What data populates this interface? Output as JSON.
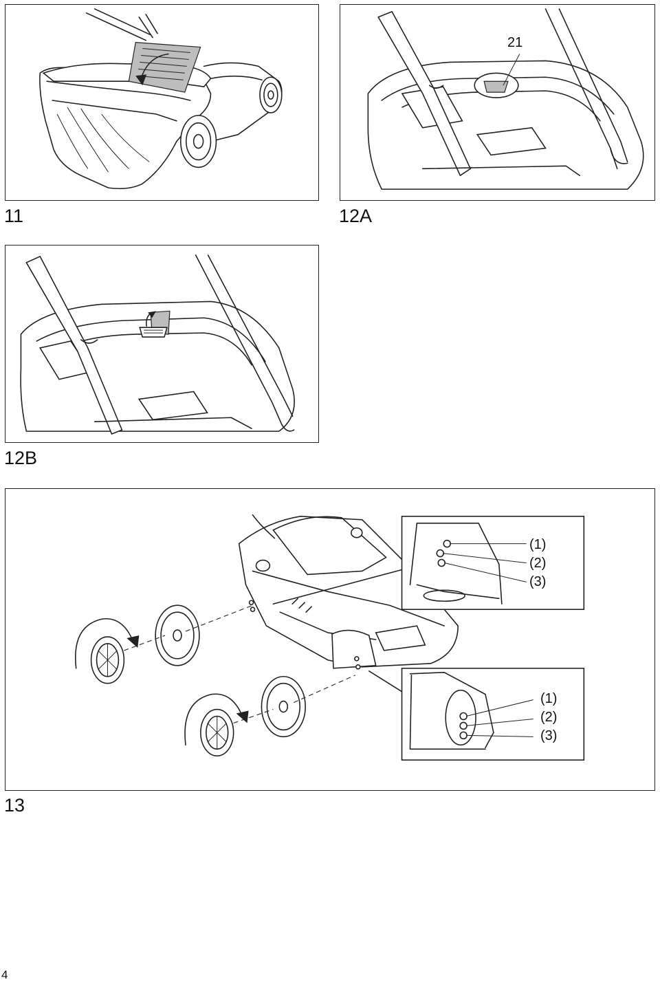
{
  "figures": {
    "fig11": {
      "number": "11"
    },
    "fig12a": {
      "number": "12A",
      "callout": "21"
    },
    "fig12b": {
      "number": "12B"
    },
    "fig13": {
      "number": "13",
      "rear_detail": {
        "positions": [
          "(1)",
          "(2)",
          "(3)"
        ]
      },
      "front_detail": {
        "positions": [
          "(1)",
          "(2)",
          "(3)"
        ]
      }
    }
  },
  "page": {
    "number": "4"
  },
  "icons": [
    "arrow-icon",
    "wheel-icon",
    "mower-icon",
    "grass-box-icon",
    "fill-indicator-icon"
  ]
}
